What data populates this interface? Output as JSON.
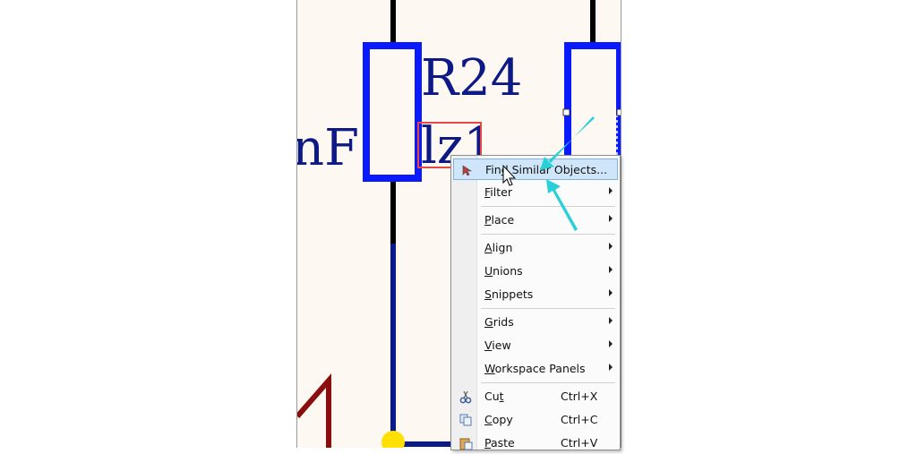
{
  "schematic": {
    "designator": "R24",
    "comment": "lz1",
    "partial_label": "nF"
  },
  "colors": {
    "canvas_bg": "#fdf9f2",
    "component_body": "#0a1aff",
    "wire": "#0b1a8a",
    "lead": "#000000",
    "text": "#0d1a85",
    "highlight_box": "#e84545",
    "annotation_arrow": "#29d0d8",
    "junction": "#ffe000",
    "dark_red_line": "#8a0e0e"
  },
  "context_menu": {
    "items": [
      {
        "label": "Find Similar Objects...",
        "mnemonic_prefix": "Fin",
        "mnemonic": "d",
        "rest": " Similar Objects...",
        "has_submenu": false,
        "icon": "find-similar-icon",
        "highlighted": true
      },
      {
        "label": "Filter",
        "mnemonic_prefix": "",
        "mnemonic": "F",
        "rest": "ilter",
        "has_submenu": true
      },
      {
        "label": "Place",
        "mnemonic_prefix": "",
        "mnemonic": "P",
        "rest": "lace",
        "has_submenu": true
      },
      {
        "label": "Align",
        "mnemonic_prefix": "",
        "mnemonic": "A",
        "rest": "lign",
        "has_submenu": true
      },
      {
        "label": "Unions",
        "mnemonic_prefix": "",
        "mnemonic": "U",
        "rest": "nions",
        "has_submenu": true
      },
      {
        "label": "Snippets",
        "mnemonic_prefix": "",
        "mnemonic": "S",
        "rest": "nippets",
        "has_submenu": true
      },
      {
        "label": "Grids",
        "mnemonic_prefix": "",
        "mnemonic": "G",
        "rest": "rids",
        "has_submenu": true
      },
      {
        "label": "View",
        "mnemonic_prefix": "",
        "mnemonic": "V",
        "rest": "iew",
        "has_submenu": true
      },
      {
        "label": "Workspace Panels",
        "mnemonic_prefix": "",
        "mnemonic": "W",
        "rest": "orkspace Panels",
        "has_submenu": true
      },
      {
        "label": "Cut",
        "mnemonic_prefix": "Cu",
        "mnemonic": "t",
        "rest": "",
        "shortcut": "Ctrl+X",
        "icon": "scissors-icon"
      },
      {
        "label": "Copy",
        "mnemonic_prefix": "",
        "mnemonic": "C",
        "rest": "opy",
        "shortcut": "Ctrl+C",
        "icon": "copy-icon"
      },
      {
        "label": "Paste",
        "mnemonic_prefix": "",
        "mnemonic": "P",
        "rest": "aste",
        "shortcut": "Ctrl+V",
        "icon": "paste-icon"
      }
    ]
  }
}
